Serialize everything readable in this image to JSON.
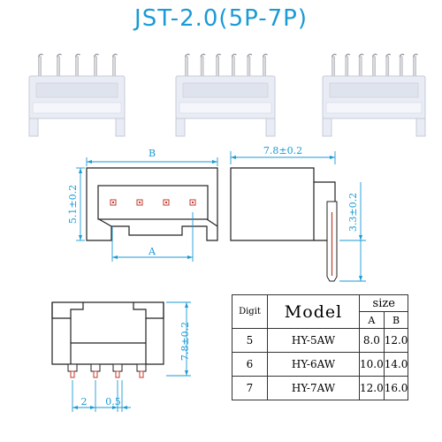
{
  "title": "JST-2.0(5P-7P)",
  "dimensions": {
    "top_width": "B",
    "top_pitch": "A",
    "front_height": "5.1±0.2",
    "side_depth": "7.8±0.2",
    "side_pin": "3.3±0.2",
    "bottom_height": "7.8±0.2",
    "bottom_left": "2",
    "bottom_pitch": "0.5"
  },
  "table": {
    "digit_header": "Digit",
    "model_header": "Model",
    "size_header": "size",
    "a_header": "A",
    "b_header": "B",
    "rows": [
      {
        "digit": "5",
        "model": "HY-5AW",
        "a": "8.0",
        "b": "12.0"
      },
      {
        "digit": "6",
        "model": "HY-6AW",
        "a": "10.0",
        "b": "14.0"
      },
      {
        "digit": "7",
        "model": "HY-7AW",
        "a": "12.0",
        "b": "16.0"
      }
    ]
  },
  "colors": {
    "accent": "#1a9ad6",
    "body": "#e8ebf3",
    "line": "#222222",
    "pin_pad": "#c0392b"
  },
  "photos": [
    {
      "pins": 5
    },
    {
      "pins": 6
    },
    {
      "pins": 7
    }
  ]
}
